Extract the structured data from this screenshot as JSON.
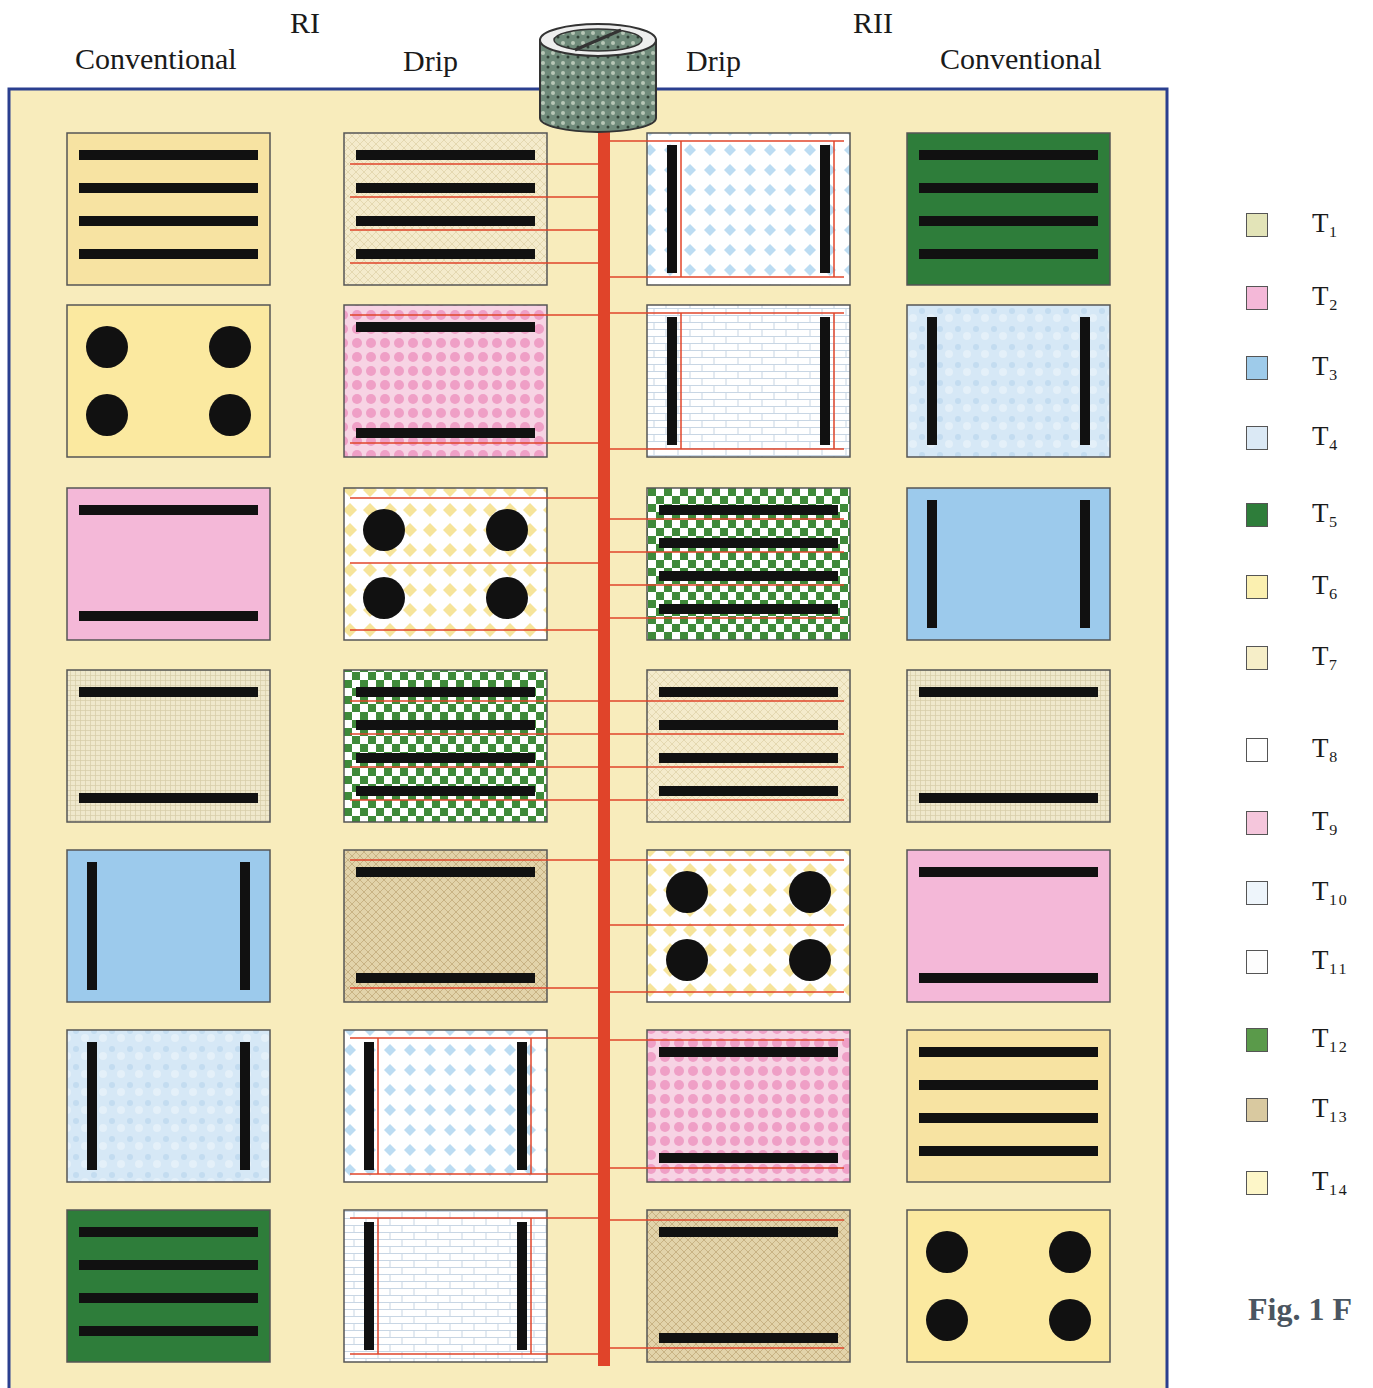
{
  "diagram": {
    "labels": [
      "Conventional",
      "RI",
      "Drip",
      "Drip",
      "RII",
      "Conventional",
      "Fig. 1 F"
    ],
    "legend": [
      {
        "text": "T₁",
        "color": "#e3e4b8"
      },
      {
        "text": "T₂",
        "color": "#f4b8d8"
      },
      {
        "text": "T₃",
        "color": "#9ecbea"
      },
      {
        "text": "T₄",
        "color": "#dbe9f5"
      },
      {
        "text": "T₅",
        "color": "#2e7d3a"
      },
      {
        "text": "T₆",
        "color": "#fbf0b0"
      },
      {
        "text": "T₇",
        "color": "#f6eec8"
      },
      {
        "text": "T₈",
        "color": "#ffffff"
      },
      {
        "text": "T₉",
        "color": "#f5c6dc"
      },
      {
        "text": "T₁₀",
        "color": "#eef5fb"
      },
      {
        "text": "T₁₁",
        "color": "#fdfdfd"
      },
      {
        "text": "T₁₂",
        "color": "#5a9a4a"
      },
      {
        "text": "T₁₃",
        "color": "#d9c9a0"
      },
      {
        "text": "T₁₄",
        "color": "#fdf6c8"
      }
    ]
  }
}
